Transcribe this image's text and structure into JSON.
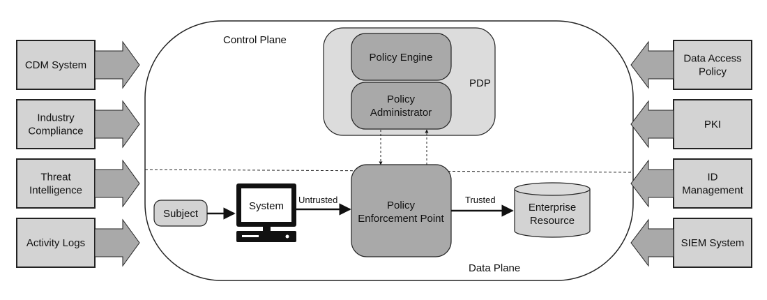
{
  "diagram": {
    "control_plane_label": "Control Plane",
    "data_plane_label": "Data Plane",
    "pdp": {
      "label": "PDP",
      "policy_engine": "Policy Engine",
      "policy_administrator": [
        "Policy",
        "Administrator"
      ]
    },
    "pep": [
      "Policy",
      "Enforcement Point"
    ],
    "subject": "Subject",
    "system": "System",
    "untrusted": "Untrusted",
    "trusted": "Trusted",
    "enterprise_resource": [
      "Enterprise",
      "Resource"
    ],
    "left_inputs": [
      {
        "lines": [
          "CDM System"
        ]
      },
      {
        "lines": [
          "Industry",
          "Compliance"
        ]
      },
      {
        "lines": [
          "Threat",
          "Intelligence"
        ]
      },
      {
        "lines": [
          "Activity Logs"
        ]
      }
    ],
    "right_inputs": [
      {
        "lines": [
          "Data Access",
          "Policy"
        ]
      },
      {
        "lines": [
          "PKI"
        ]
      },
      {
        "lines": [
          "ID",
          "Management"
        ]
      },
      {
        "lines": [
          "SIEM System"
        ]
      }
    ],
    "colors": {
      "box_fill": "#d3d3d3",
      "pdp_fill": "#dcdcdc",
      "inner_fill": "#a9a9a9",
      "stroke": "#222222"
    }
  }
}
